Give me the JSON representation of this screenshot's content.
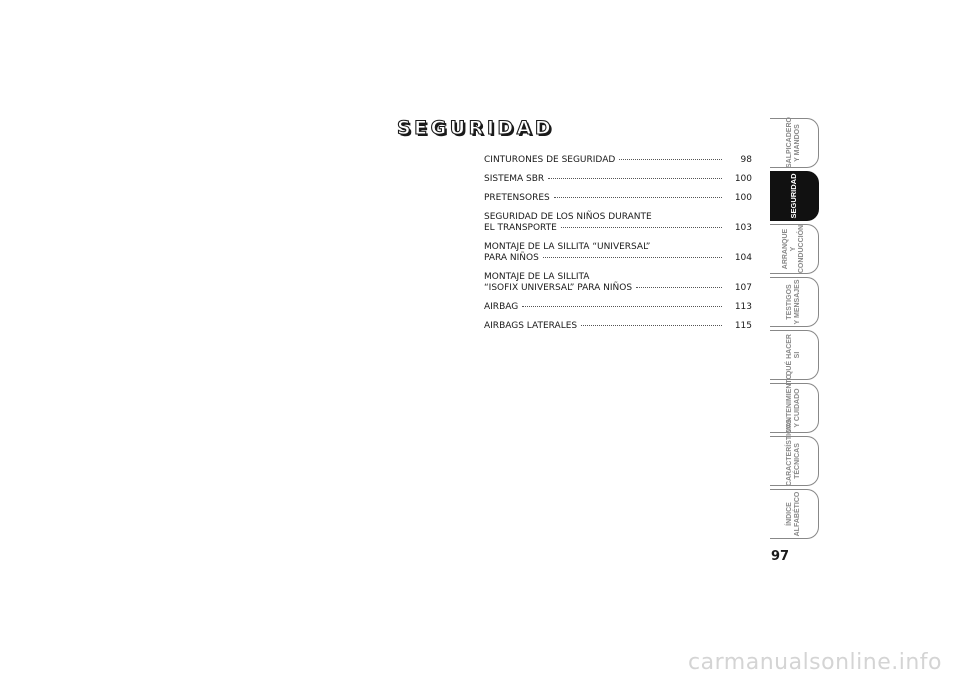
{
  "section_title": "SEGURIDAD",
  "toc": [
    {
      "lines": [
        "CINTURONES DE SEGURIDAD"
      ],
      "page": "98"
    },
    {
      "lines": [
        "SISTEMA SBR"
      ],
      "page": "100"
    },
    {
      "lines": [
        "PRETENSORES"
      ],
      "page": "100"
    },
    {
      "lines": [
        "SEGURIDAD DE LOS NIÑOS DURANTE",
        "EL TRANSPORTE"
      ],
      "page": "103"
    },
    {
      "lines": [
        "MONTAJE DE LA SILLITA “UNIVERSAL”",
        "PARA NIÑOS"
      ],
      "page": "104"
    },
    {
      "lines": [
        "MONTAJE DE LA SILLITA",
        "“ISOFIX UNIVERSAL” PARA NIÑOS"
      ],
      "page": "107"
    },
    {
      "lines": [
        "AIRBAG"
      ],
      "page": "113"
    },
    {
      "lines": [
        "AIRBAGS LATERALES"
      ],
      "page": "115"
    }
  ],
  "tabs": [
    {
      "label": "SALPICADERO\nY MANDOS",
      "active": false
    },
    {
      "label": "SEGURIDAD",
      "active": true
    },
    {
      "label": "ARRANQUE\nY CONDUCCIÓN",
      "active": false
    },
    {
      "label": "TESTIGOS\nY MENSAJES",
      "active": false
    },
    {
      "label": "QUÉ HACER SI",
      "active": false
    },
    {
      "label": "MANTENIMIENTO\nY CUIDADO",
      "active": false
    },
    {
      "label": "CARACTERÍSTICAS\nTÉCNICAS",
      "active": false
    },
    {
      "label": "ÍNDICE\nALFABÉTICO",
      "active": false
    }
  ],
  "page_number": "97",
  "watermark": "carmanualsonline.info",
  "colors": {
    "active_tab": "#111111",
    "inactive_tab_text": "#8a8a8a",
    "text": "#1a1a1a"
  }
}
